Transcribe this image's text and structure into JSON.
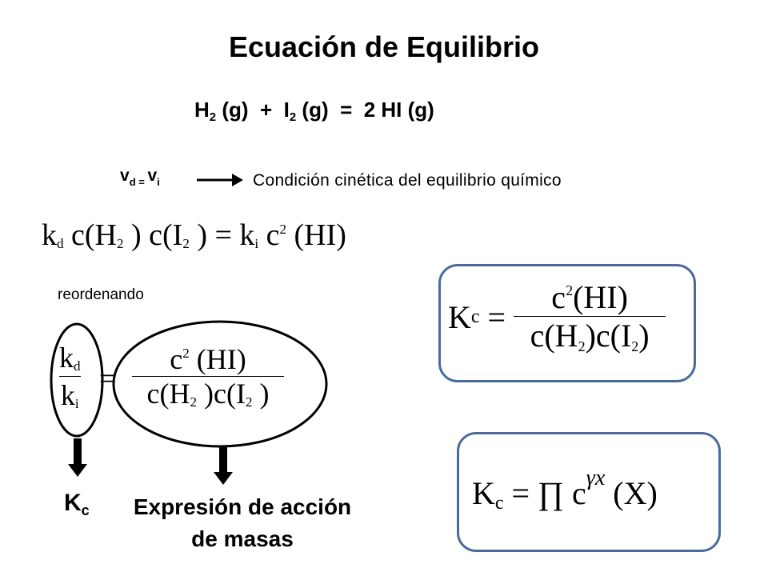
{
  "title": "Ecuación de Equilibrio",
  "reaction": {
    "h": "H",
    "h_sub": "2",
    "g1": " (g)  +  I",
    "i_sub": "2",
    "rest": " (g)  =  2 HI (g)"
  },
  "velocity": {
    "v1": "v",
    "d_sub": "d",
    "eq": " = ",
    "v2": "v",
    "i_sub": "i",
    "condition": "Condición cinética del equilibrio químico"
  },
  "rate_equation": {
    "kd": "k",
    "kd_sub": "d",
    "p1": " c(H",
    "h2_sub": "2",
    "p2": " ) c(I",
    "i2_sub": "2",
    "p3": " ) = k",
    "ki_sub": "i",
    "p4": " c",
    "c_sup": "2",
    "p5": " (HI)"
  },
  "reordenando": "reordenando",
  "ratio": {
    "num": "k",
    "num_sub": "d",
    "den": "k",
    "den_sub": "i",
    "equals": "="
  },
  "mass_fraction": {
    "num_c": "c",
    "num_sup": "2",
    "num_rest": " (HI)",
    "den_a": "c(H",
    "den_h_sub": "2",
    "den_b": " )c(I",
    "den_i_sub": "2",
    "den_c": " )"
  },
  "kc_box1": {
    "K": "K",
    "K_sub": "c",
    "equals": " = ",
    "num_c": "c",
    "num_sup": "2",
    "num_rest": "(HI)",
    "den_a": "c(H",
    "den_h_sub": "2",
    "den_b": ")c(I",
    "den_i_sub": "2",
    "den_c": ")"
  },
  "kc_box2": {
    "K": "K",
    "K_sub": "c",
    "eq": " = ∏ c",
    "sup": "γx",
    "rest": " (X)"
  },
  "labels": {
    "kc_K": "K",
    "kc_sub": "c",
    "expresion_line1": "Expresión de acción",
    "expresion_line2": "de masas"
  },
  "colors": {
    "box_border": "#4a6c9a",
    "text": "#000000"
  }
}
